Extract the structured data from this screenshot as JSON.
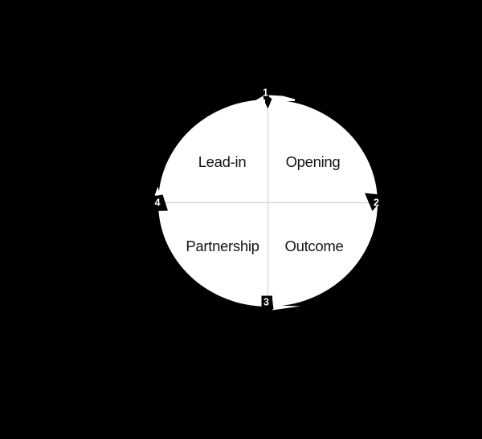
{
  "diagram": {
    "type": "cycle-quadrant",
    "background_color": "#000000",
    "circle_color": "#ffffff",
    "divider_color": "#d9d9d9",
    "label_color": "#141414",
    "marker_color": "#000000",
    "marker_number_color": "#ffffff",
    "quadrants": [
      {
        "position": "top-left",
        "label": "Lead-in"
      },
      {
        "position": "top-right",
        "label": "Opening"
      },
      {
        "position": "bottom-left",
        "label": "Partnership"
      },
      {
        "position": "bottom-right",
        "label": "Outcome"
      }
    ],
    "markers": [
      {
        "number": "1",
        "position": "top"
      },
      {
        "number": "2",
        "position": "right"
      },
      {
        "number": "3",
        "position": "bottom"
      },
      {
        "number": "4",
        "position": "left"
      }
    ]
  }
}
